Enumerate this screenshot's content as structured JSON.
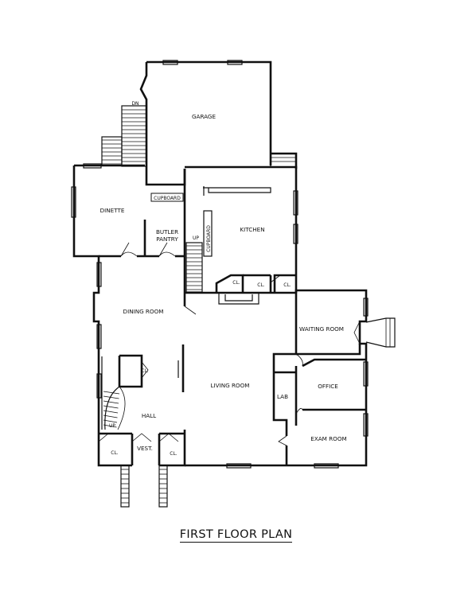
{
  "title": "FIRST FLOOR PLAN",
  "rooms": {
    "garage": "GARAGE",
    "dinette": "DINETTE",
    "cupboard_garage": "CUPBOARD",
    "butler_pantry_line1": "BUTLER",
    "butler_pantry_line2": "PANTRY",
    "kitchen": "KITCHEN",
    "cupboard_kitchen": "CUPBOARD",
    "dining_room": "DINING ROOM",
    "living_room": "LIVING ROOM",
    "hall": "HALL",
    "vestibule": "VEST.",
    "waiting_room": "WAITING ROOM",
    "office": "OFFICE",
    "lab": "LAB",
    "exam_room": "EXAM ROOM"
  },
  "closets": {
    "kitchen_1": "CL.",
    "kitchen_2": "CL.",
    "kitchen_3": "CL.",
    "hall_stair": "CL.",
    "entry_left": "CL.",
    "entry_right": "CL."
  },
  "stairs": {
    "garage_down": "DN",
    "pantry_up": "UP",
    "hall_up": "UP"
  }
}
